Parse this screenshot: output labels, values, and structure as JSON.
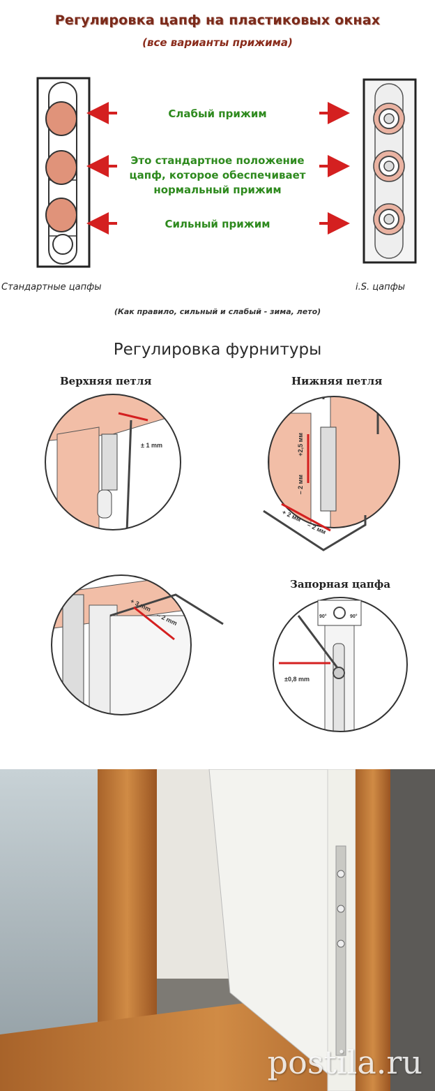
{
  "section1": {
    "title": "Регулировка цапф на пластиковых окнах",
    "subtitle": "(все варианты прижима)",
    "weak": "Слабый прижим",
    "normal_line1": "Это стандартное положение",
    "normal_line2": "цапф, которое обеспечивает",
    "normal_line3": "нормальный прижим",
    "strong": "Сильный прижим",
    "left_caption": "Стандартные цапфы",
    "right_caption": "i.S. цапфы",
    "note": "(Как правило, сильный и слабый - зима, лето)"
  },
  "section2": {
    "title": "Регулировка фурнитуры",
    "top_hinge": "Верхняя петля",
    "bottom_hinge": "Нижняя петля",
    "lock": "Запорная цапфа",
    "lbl_1mm": "± 1 mm",
    "lbl_25mm": "+2,5 мм",
    "lbl_m2mm": "– 2 мм",
    "lbl_p2mm": "+ 2 мм",
    "lbl_m2mm_b": "– 2 мм",
    "lbl_3mm": "+ 3 mm",
    "lbl_m2mm_c": "– 2 mm",
    "lbl_08mm": "±0,8 mm",
    "lbl_90l": "90°",
    "lbl_90r": "90°"
  },
  "watermark": "postila.ru",
  "colors": {
    "arrow": "#d42020",
    "title": "#7b2a1a",
    "green": "#2e8a1e",
    "pin": "#e0937a",
    "frame_salmon": "#f2bea7",
    "wood": "#c27a36"
  }
}
